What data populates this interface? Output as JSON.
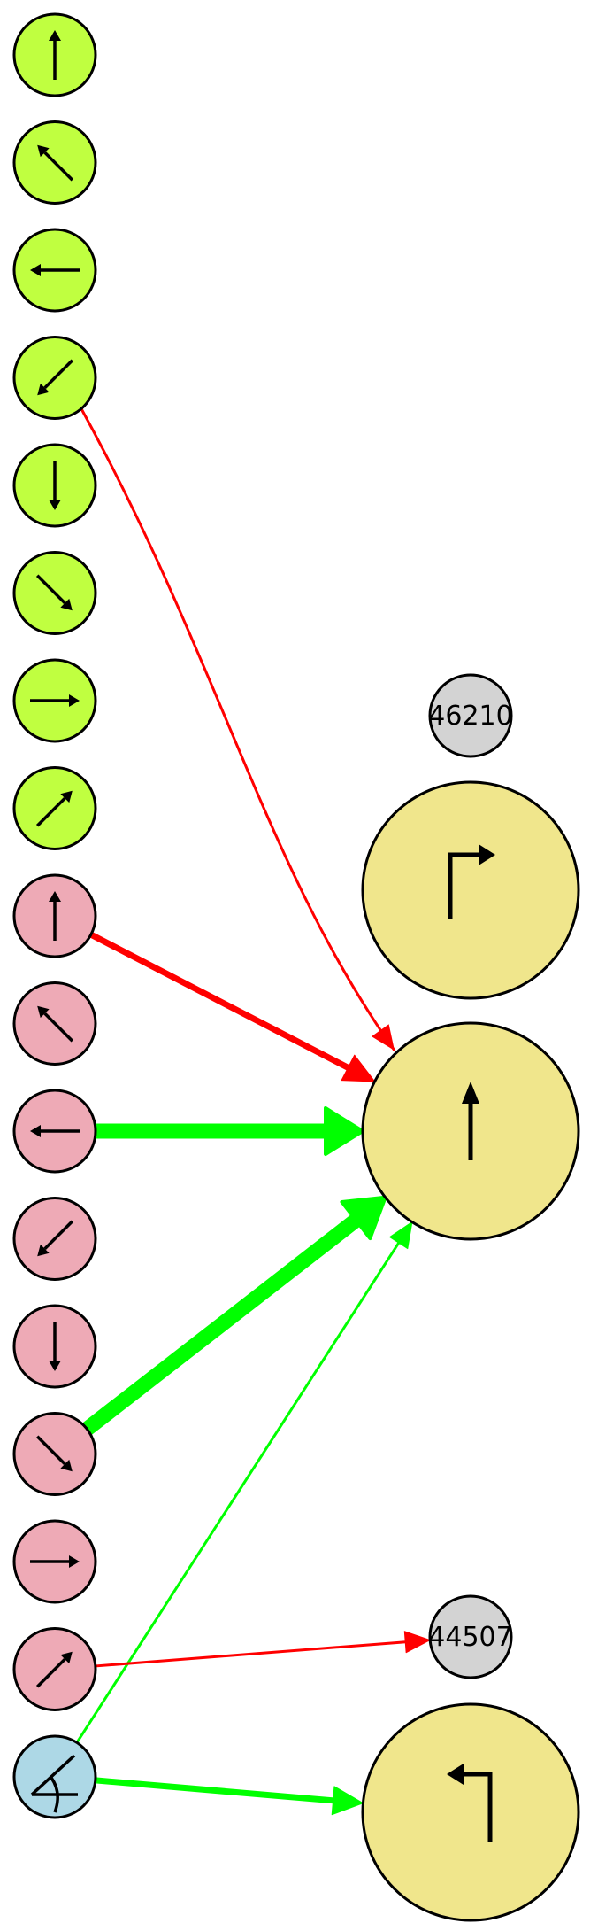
{
  "colors": {
    "green_node": "#c0ff40",
    "pink_node": "#eeaab6",
    "blue_node": "#add8e6",
    "yellow_node": "#f0e68c",
    "gray_node": "#d3d3d3",
    "red_edge": "#ff0000",
    "green_edge": "#00ff00",
    "stroke": "#000000"
  },
  "left_column": [
    {
      "id": "g-up",
      "color": "green",
      "icon": "arrow-up-icon"
    },
    {
      "id": "g-upleft",
      "color": "green",
      "icon": "arrow-up-left-icon"
    },
    {
      "id": "g-left",
      "color": "green",
      "icon": "arrow-left-icon"
    },
    {
      "id": "g-downleft",
      "color": "green",
      "icon": "arrow-down-left-icon"
    },
    {
      "id": "g-down",
      "color": "green",
      "icon": "arrow-down-icon"
    },
    {
      "id": "g-downright",
      "color": "green",
      "icon": "arrow-down-right-icon"
    },
    {
      "id": "g-right",
      "color": "green",
      "icon": "arrow-right-icon"
    },
    {
      "id": "g-upright",
      "color": "green",
      "icon": "arrow-up-right-icon"
    },
    {
      "id": "p-up",
      "color": "pink",
      "icon": "arrow-up-icon"
    },
    {
      "id": "p-upleft",
      "color": "pink",
      "icon": "arrow-up-left-icon"
    },
    {
      "id": "p-left",
      "color": "pink",
      "icon": "arrow-left-icon"
    },
    {
      "id": "p-downleft",
      "color": "pink",
      "icon": "arrow-down-left-icon"
    },
    {
      "id": "p-down",
      "color": "pink",
      "icon": "arrow-down-icon"
    },
    {
      "id": "p-downright",
      "color": "pink",
      "icon": "arrow-down-right-icon"
    },
    {
      "id": "p-right",
      "color": "pink",
      "icon": "arrow-right-icon"
    },
    {
      "id": "p-upright",
      "color": "pink",
      "icon": "arrow-up-right-icon"
    },
    {
      "id": "b-angle",
      "color": "blue",
      "icon": "angle-icon"
    }
  ],
  "right_nodes": {
    "top_label": "46210",
    "big_turn_right": {
      "icon": "turn-right-icon"
    },
    "big_up": {
      "icon": "arrow-up-icon"
    },
    "bottom_label": "44507",
    "big_turn_left": {
      "icon": "turn-left-icon"
    }
  },
  "edges": [
    {
      "from": "g-downleft",
      "to": "big-up",
      "color": "red",
      "weight": "thin"
    },
    {
      "from": "p-up",
      "to": "big-up",
      "color": "red",
      "weight": "medium"
    },
    {
      "from": "p-left",
      "to": "big-up",
      "color": "green",
      "weight": "heavy"
    },
    {
      "from": "p-downright",
      "to": "big-up",
      "color": "green",
      "weight": "heavy"
    },
    {
      "from": "b-angle",
      "to": "big-up",
      "color": "green",
      "weight": "thin"
    },
    {
      "from": "p-upright",
      "to": "label-44507",
      "color": "red",
      "weight": "thin"
    },
    {
      "from": "b-angle",
      "to": "big-turn-left",
      "color": "green",
      "weight": "medium"
    }
  ]
}
